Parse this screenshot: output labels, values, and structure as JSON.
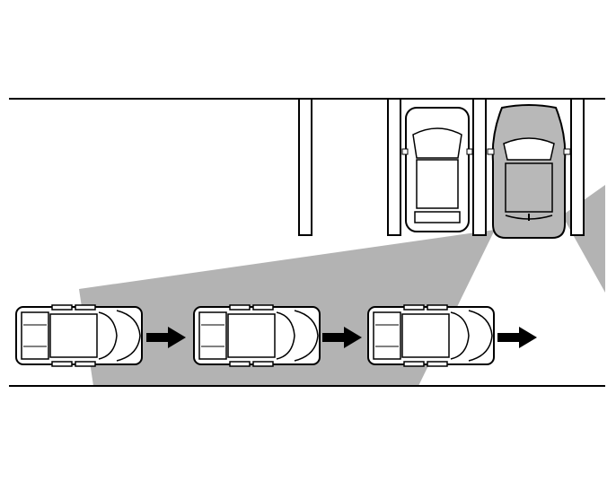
{
  "colors": {
    "line": "#000000",
    "sensor_area": "#b3b3b3",
    "parked_highlight_car": "#b8b8b8",
    "car_body": "#ffffff",
    "arrow": "#000000"
  },
  "icons": {
    "moving_car": "car-top-view",
    "direction": "arrow-right"
  },
  "moving_cars_count": 3,
  "parked_cars_count": 2
}
